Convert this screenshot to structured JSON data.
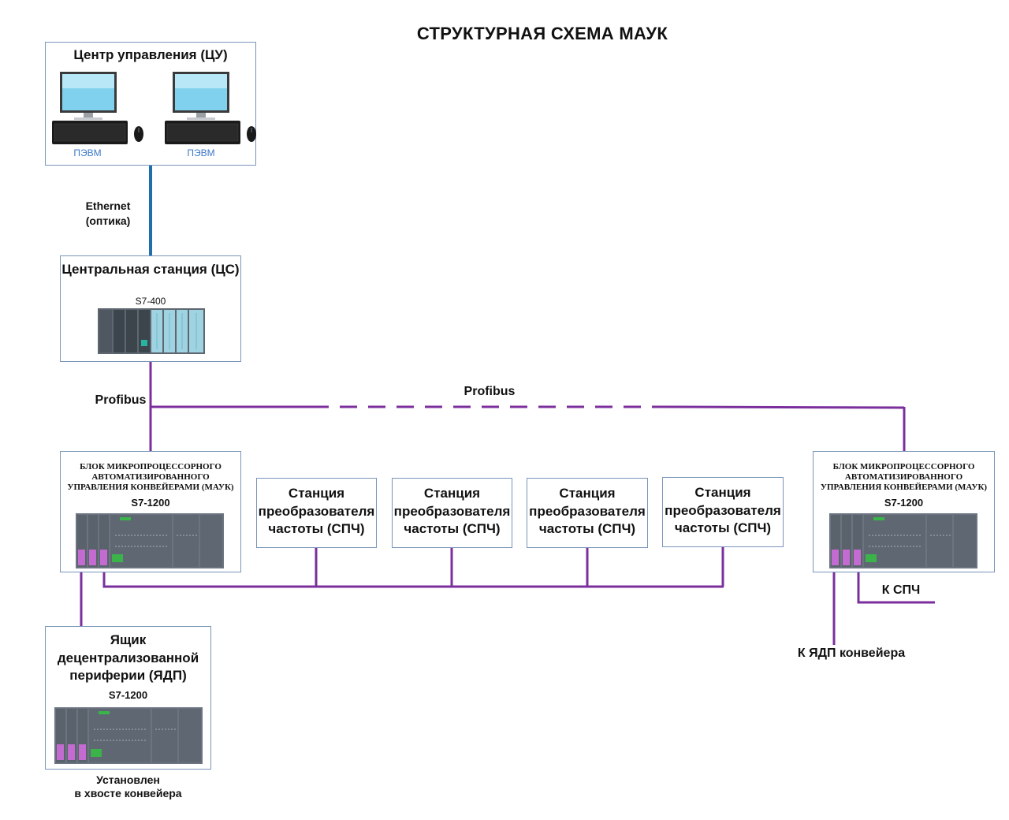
{
  "title": "СТРУКТУРНАЯ СХЕМА МАУК",
  "control_center": {
    "title": "Центр управления (ЦУ)",
    "pc1": "ПЭВМ",
    "pc2": "ПЭВМ"
  },
  "ethernet_label": {
    "line1": "Ethernet",
    "line2": "(оптика)"
  },
  "central_station": {
    "title": "Центральная станция (ЦС)",
    "model": "S7-400"
  },
  "profibus_left": "Profibus",
  "profibus_top": "Profibus",
  "mauk_left": {
    "line1": "БЛОК МИКРОПРОЦЕССОРНОГО",
    "line2": "АВТОМАТИЗИРОВАННОГО",
    "line3": "УПРАВЛЕНИЯ КОНВЕЙЕРАМИ (МАУК)",
    "model": "S7-1200"
  },
  "mauk_right": {
    "line1": "БЛОК МИКРОПРОЦЕССОРНОГО",
    "line2": "АВТОМАТИЗИРОВАННОГО",
    "line3": "УПРАВЛЕНИЯ КОНВЕЙЕРАМИ (МАУК)",
    "model": "S7-1200"
  },
  "spch_stations": [
    {
      "l1": "Станция",
      "l2": "преобразователя",
      "l3": "частоты (СПЧ)"
    },
    {
      "l1": "Станция",
      "l2": "преобразователя",
      "l3": "частоты (СПЧ)"
    },
    {
      "l1": "Станция",
      "l2": "преобразователя",
      "l3": "частоты (СПЧ)"
    },
    {
      "l1": "Станция",
      "l2": "преобразователя",
      "l3": "частоты (СПЧ)"
    }
  ],
  "ydp": {
    "l1": "Ящик",
    "l2": "децентрализованной",
    "l3": "периферии (ЯДП)",
    "model": "S7-1200"
  },
  "installed": {
    "line1": "Установлен",
    "line2": "в хвосте конвейера"
  },
  "to_spch": "К СПЧ",
  "to_ydp": "К ЯДП конвейера",
  "colors": {
    "profibus": "#7b2f9c",
    "ethernet": "#1f6fae",
    "box_border": "#7a95b8",
    "pc_label": "#3c78c8"
  },
  "icons": [
    "monitor-icon",
    "keyboard-icon",
    "mouse-icon",
    "plc-s7-400-icon",
    "plc-s7-1200-icon"
  ]
}
